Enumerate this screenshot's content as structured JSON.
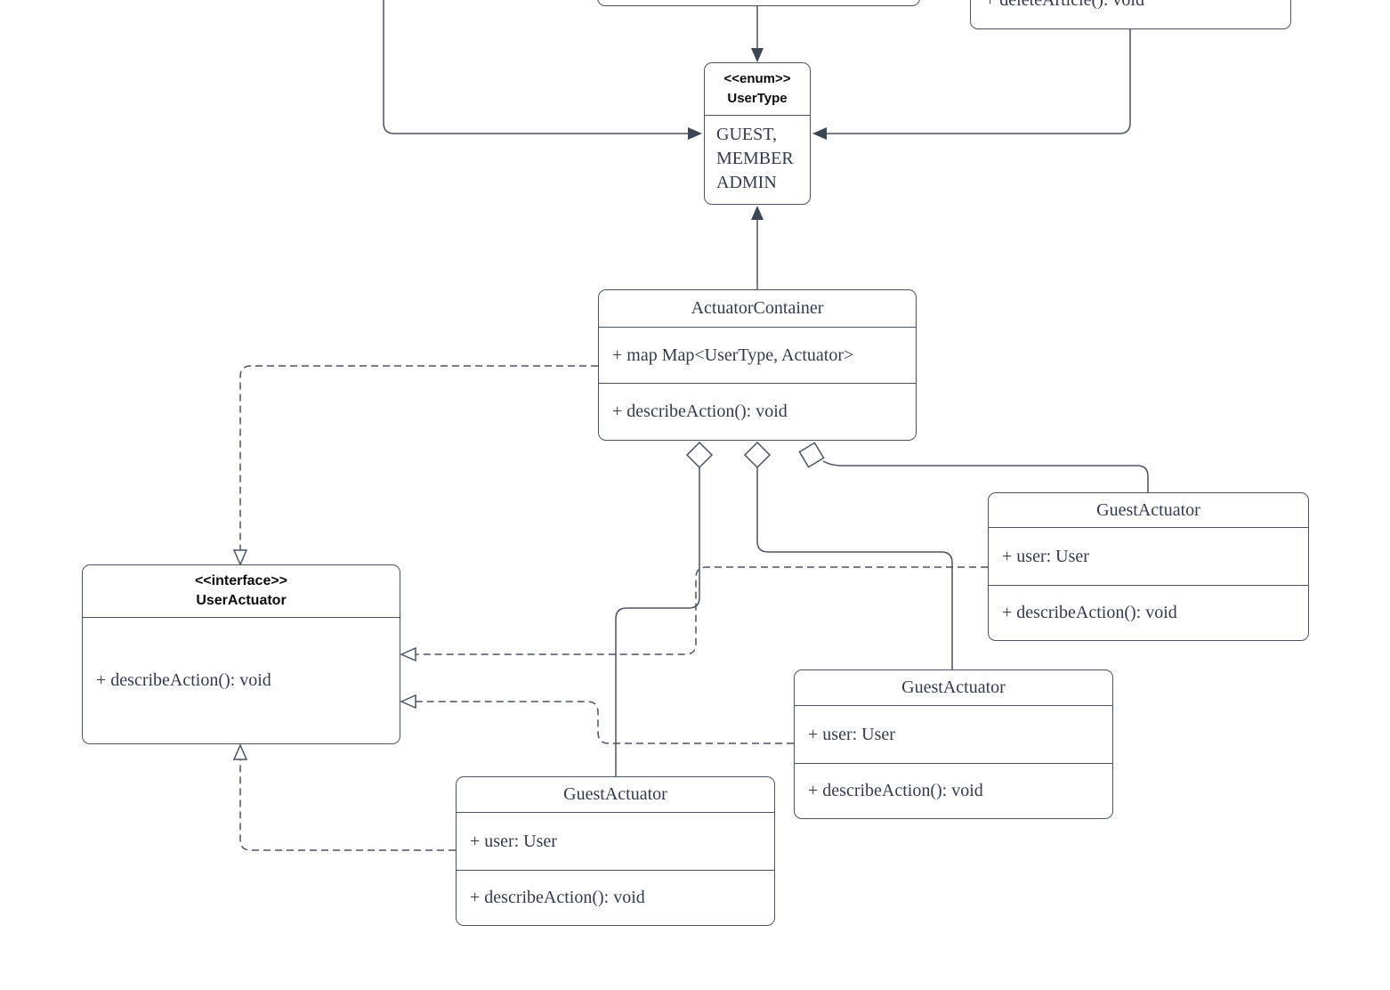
{
  "diagram": {
    "kind": "uml-class-diagram",
    "colors": {
      "background": "#ffffff",
      "stroke": "#4a5262",
      "member_text": "#333a4b",
      "stereotype_text": "#0b0b0b"
    },
    "classes": {
      "top_right_partial": {
        "operations": [
          "+ deleteArticle(): void"
        ]
      },
      "user_type_enum": {
        "stereotype": "<<enum>>",
        "name": "UserType",
        "literals": [
          "GUEST,",
          "MEMBER",
          "ADMIN"
        ]
      },
      "actuator_container": {
        "name": "ActuatorContainer",
        "attributes": [
          "+ map Map<UserType, Actuator>"
        ],
        "operations": [
          "+ describeAction(): void"
        ]
      },
      "user_actuator_interface": {
        "stereotype": "<<interface>>",
        "name": "UserActuator",
        "operations": [
          "+ describeAction(): void"
        ]
      },
      "guest_actuator_right": {
        "name": "GuestActuator",
        "attributes": [
          "+ user: User"
        ],
        "operations": [
          "+ describeAction(): void"
        ]
      },
      "guest_actuator_middle": {
        "name": "GuestActuator",
        "attributes": [
          "+ user: User"
        ],
        "operations": [
          "+ describeAction(): void"
        ]
      },
      "guest_actuator_bottom": {
        "name": "GuestActuator",
        "attributes": [
          "+ user: User"
        ],
        "operations": [
          "+ describeAction(): void"
        ]
      }
    },
    "relationships": [
      {
        "from": "cropped-top-class",
        "to": "UserType",
        "type": "directed-association"
      },
      {
        "from": "cropped-left-class",
        "to": "UserType",
        "type": "directed-association"
      },
      {
        "from": "cropped-top-right-class",
        "to": "UserType",
        "type": "directed-association"
      },
      {
        "from": "ActuatorContainer",
        "to": "UserType",
        "type": "directed-association"
      },
      {
        "from": "ActuatorContainer",
        "to": "UserActuator",
        "type": "realization"
      },
      {
        "from": "GuestActuator-right",
        "to": "UserActuator",
        "type": "realization"
      },
      {
        "from": "GuestActuator-middle",
        "to": "UserActuator",
        "type": "realization"
      },
      {
        "from": "GuestActuator-bottom",
        "to": "UserActuator",
        "type": "realization"
      },
      {
        "from": "ActuatorContainer",
        "to": "GuestActuator-bottom",
        "type": "aggregation"
      },
      {
        "from": "ActuatorContainer",
        "to": "GuestActuator-middle",
        "type": "aggregation"
      },
      {
        "from": "ActuatorContainer",
        "to": "GuestActuator-right",
        "type": "aggregation"
      }
    ]
  }
}
